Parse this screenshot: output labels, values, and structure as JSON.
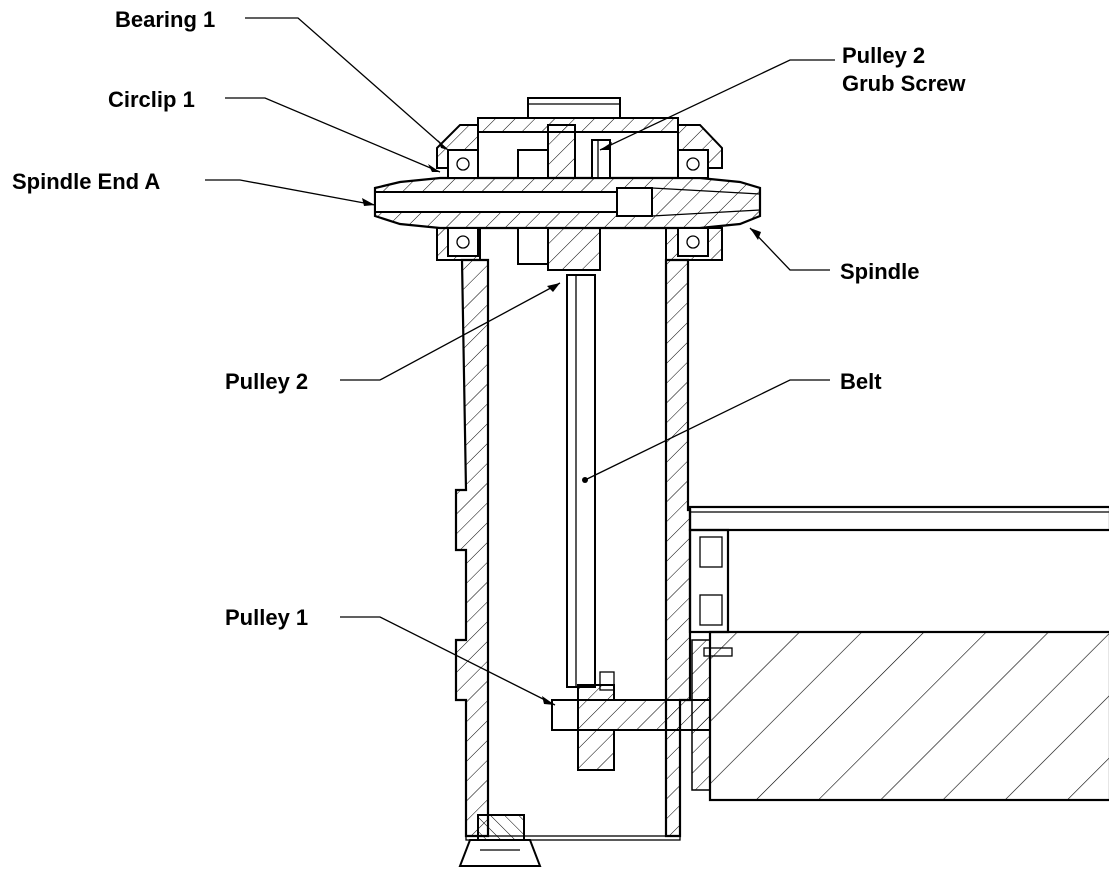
{
  "labels": {
    "bearing_1": "Bearing 1",
    "circlip_1": "Circlip 1",
    "spindle_end_a": "Spindle End A",
    "pulley_2_grub_screw_line1": "Pulley 2",
    "pulley_2_grub_screw_line2": "Grub Screw",
    "spindle": "Spindle",
    "pulley_2": "Pulley 2",
    "belt": "Belt",
    "pulley_1": "Pulley 1"
  }
}
